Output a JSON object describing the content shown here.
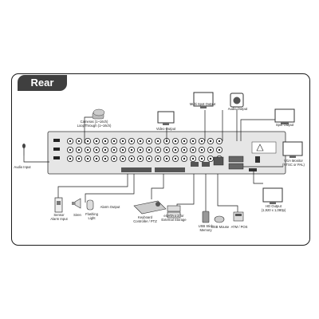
{
  "header": {
    "title": "Rear"
  },
  "labels": {
    "cameras": "Cameras (1~16ch)\nLoopThrough (1~16ch)",
    "audio_input": "Audio Input",
    "video_output": "Video Output",
    "multi_spot_output": "Multi Spot Output",
    "audio_output": "Audio Output",
    "spot_output": "Spot Output",
    "vga_monitor": "VGA Monitor\n(NTSC or PAL)",
    "hd_output": "HD Output\n(1,920 x 1,080p)",
    "sensor_alarm_input": "Sensor\nAlarm Input",
    "siren": "Siren",
    "flashing_light": "Flashing\nLight",
    "alarm_output": "Alarm Output",
    "keyboard_controller": "Keyboard\nController / PTZ",
    "esata": "eSATA x 2 for\nExternal Storage",
    "usb_stick": "USB Stick\nMemory",
    "usb_mouse": "USB Mouse",
    "atm_pos": "ATM / POS"
  },
  "colors": {
    "tab": "#3f3f3f",
    "line": "#1a1a1a",
    "panel": "#e6e6e6"
  }
}
